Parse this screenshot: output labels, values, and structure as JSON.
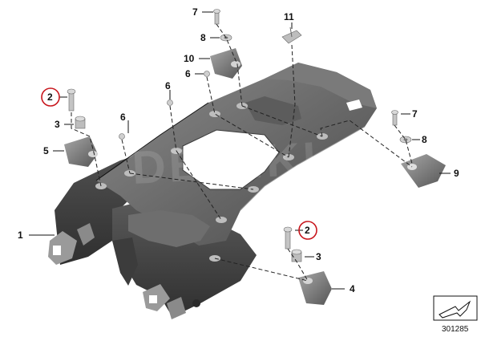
{
  "callouts": {
    "c1": "1",
    "c2a": "2",
    "c2b": "2",
    "c3a": "3",
    "c3b": "3",
    "c4": "4",
    "c5": "5",
    "c6a": "6",
    "c6b": "6",
    "c6c": "6",
    "c7a": "7",
    "c7b": "7",
    "c8a": "8",
    "c8b": "8",
    "c9": "9",
    "c10": "10",
    "c11": "11"
  },
  "watermark": "DEWIKI",
  "reference_number": "301285",
  "colors": {
    "highlight_ring": "#c8161d",
    "part_dark": "#4a4a4a",
    "part_mid": "#6e6e6e",
    "part_light": "#9a9a9a",
    "hardware": "#b4b4b4"
  }
}
